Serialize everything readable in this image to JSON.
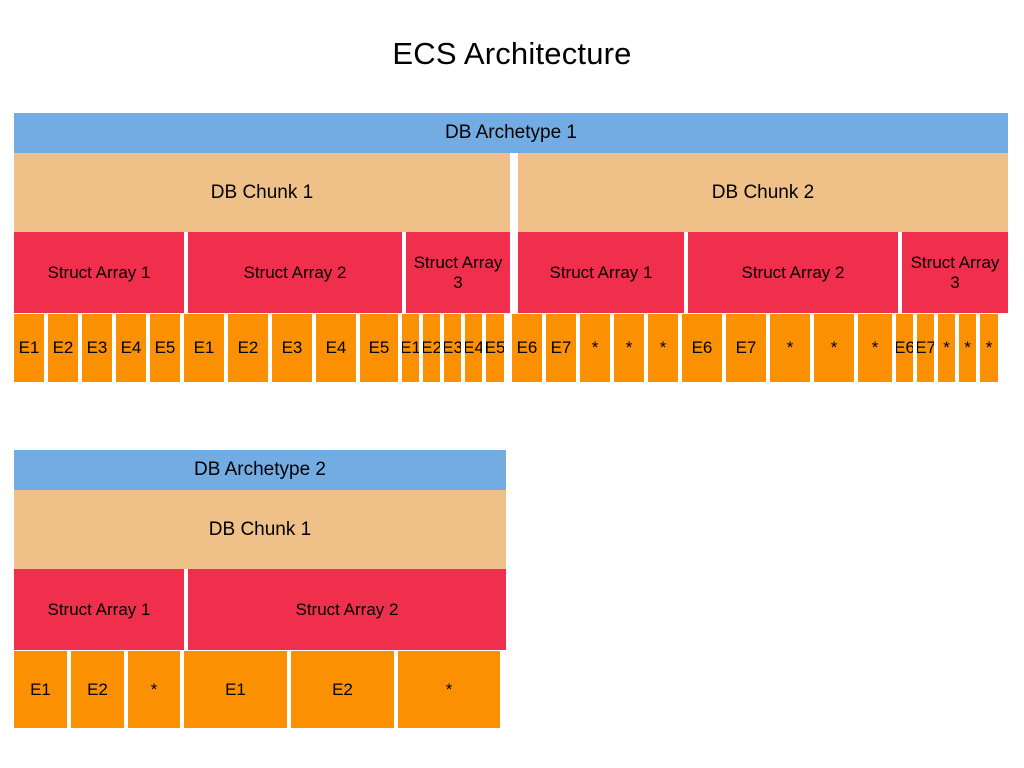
{
  "title": "ECS Architecture",
  "colors": {
    "archetype_bar": "#72ACE3",
    "chunk": "#EFC188",
    "struct_array": "#F02F4C",
    "entity": "#FB9003",
    "background": "#FFFFFF",
    "text": "#000000"
  },
  "archetypes": [
    {
      "label": "DB Archetype 1",
      "chunks": [
        {
          "label": "DB Chunk 1",
          "struct_arrays": [
            {
              "label": "Struct Array 1",
              "entities": [
                "E1",
                "E2",
                "E3",
                "E4",
                "E5"
              ]
            },
            {
              "label": "Struct Array 2",
              "entities": [
                "E1",
                "E2",
                "E3",
                "E4",
                "E5"
              ]
            },
            {
              "label": "Struct Array 3",
              "entities": [
                "E1",
                "E2",
                "E3",
                "E4",
                "E5"
              ]
            }
          ]
        },
        {
          "label": "DB Chunk 2",
          "struct_arrays": [
            {
              "label": "Struct Array 1",
              "entities": [
                "E6",
                "E7",
                "*",
                "*",
                "*"
              ]
            },
            {
              "label": "Struct Array 2",
              "entities": [
                "E6",
                "E7",
                "*",
                "*",
                "*"
              ]
            },
            {
              "label": "Struct Array 3",
              "entities": [
                "E6",
                "E7",
                "*",
                "*",
                "*"
              ]
            }
          ]
        }
      ]
    },
    {
      "label": "DB Archetype 2",
      "chunks": [
        {
          "label": "DB Chunk 1",
          "struct_arrays": [
            {
              "label": "Struct Array 1",
              "entities": [
                "E1",
                "E2",
                "*"
              ]
            },
            {
              "label": "Struct Array 2",
              "entities": [
                "E1",
                "E2",
                "*"
              ]
            }
          ]
        }
      ]
    }
  ]
}
